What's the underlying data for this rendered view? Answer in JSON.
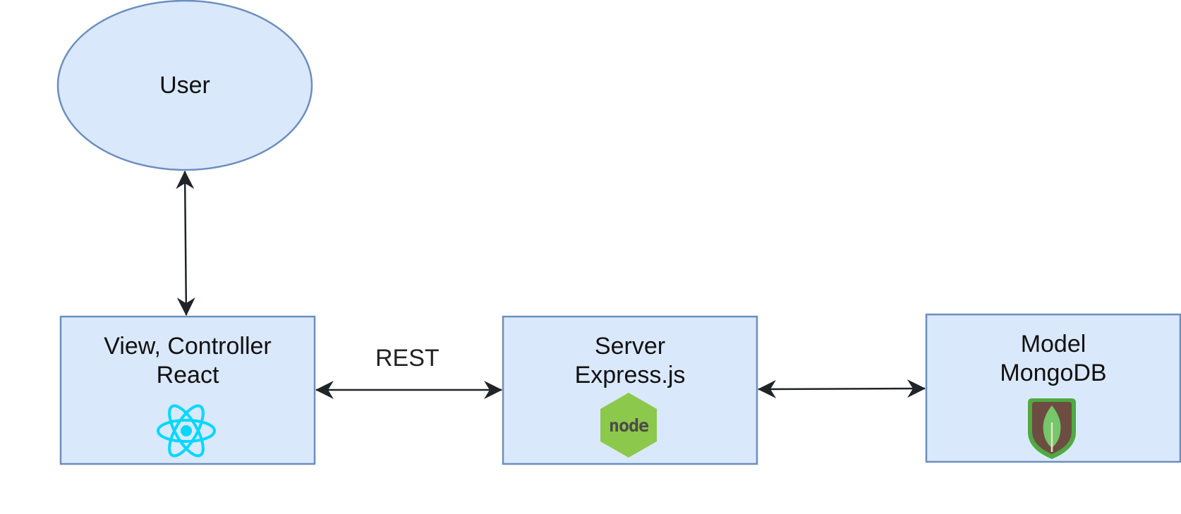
{
  "nodes": {
    "user": {
      "label": "User"
    },
    "view": {
      "line1": "View, Controller",
      "line2": "React",
      "icon": "react-icon"
    },
    "server": {
      "line1": "Server",
      "line2": "Express.js",
      "icon": "nodejs-icon",
      "icon_text": "node"
    },
    "model": {
      "line1": "Model",
      "line2": "MongoDB",
      "icon": "mongodb-icon"
    }
  },
  "edges": {
    "rest": {
      "label": "REST"
    }
  },
  "colors": {
    "node_fill": "#dae8fc",
    "node_stroke": "#6c8ebf",
    "arrow": "#1f2428",
    "react": "#00d8ff",
    "node_green": "#8cc84b",
    "mongo_green": "#4faa41",
    "mongo_brown": "#6d4c41"
  }
}
